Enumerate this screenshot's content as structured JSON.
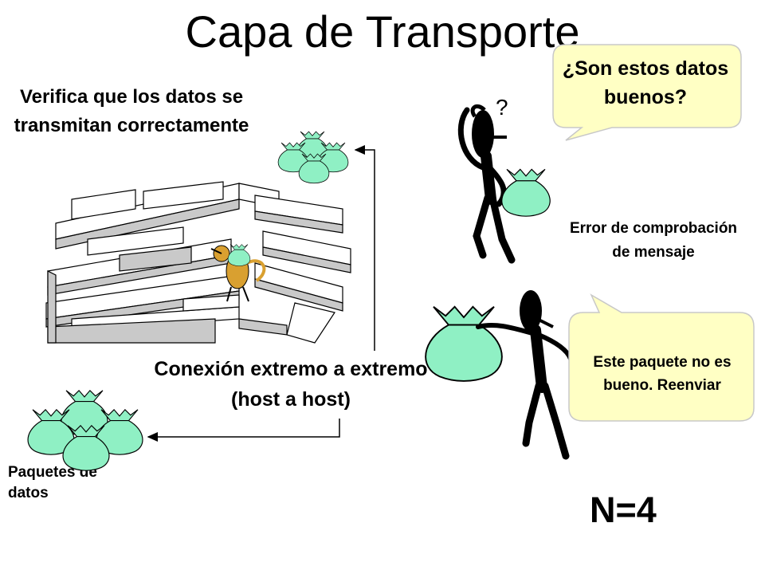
{
  "title": "Capa de Transporte",
  "verify_text": "Verifica que los datos se transmitan correctamente",
  "connection_text": "Conexión extremo a extremo (host a host)",
  "packets_label": "Paquetes de datos",
  "error_label": "Error de comprobación de mensaje",
  "bubble_top": "¿Son estos datos buenos?",
  "bubble_bottom": "Este paquete no es bueno. Reenviar",
  "question_mark": "?",
  "n_label": "N=4",
  "colors": {
    "packet_fill": "#8ff0c4",
    "bubble_fill": "#ffffc4",
    "mouse_fill": "#d9a030",
    "maze_top": "#ffffff",
    "maze_side": "#c9c9c9"
  },
  "icons": [
    "maze-icon",
    "mouse-icon",
    "packet-bag-icon",
    "stick-figure-icon",
    "speech-bubble-icon",
    "arrow-icon"
  ]
}
